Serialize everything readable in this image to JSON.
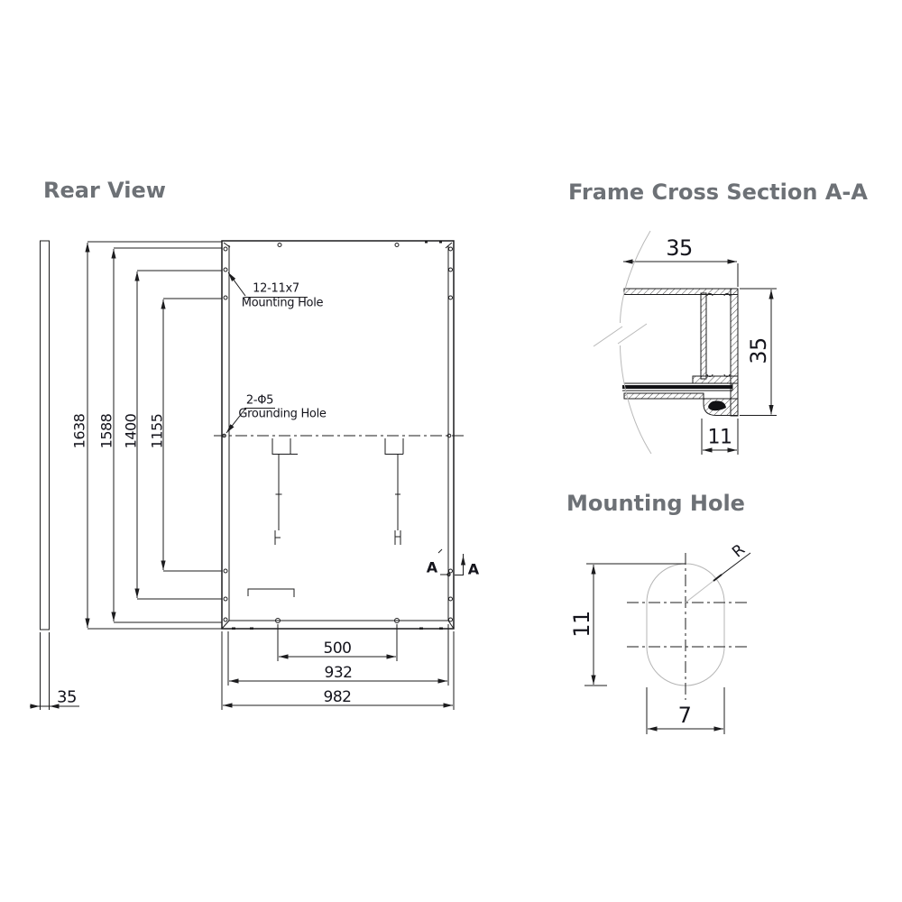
{
  "titles": {
    "rear_view": "Rear View",
    "cross_section": "Frame Cross Section A-A",
    "mounting_hole": "Mounting Hole"
  },
  "rear": {
    "dims_vertical": [
      "1638",
      "1588",
      "1400",
      "1155"
    ],
    "dims_bottom": [
      "500",
      "932",
      "982"
    ],
    "frame_thickness": "35",
    "callout_mounting": {
      "line1": "12-11x7",
      "line2": "Mounting Hole"
    },
    "callout_grounding": {
      "line1": "2-Φ5",
      "line2": "Grounding Hole"
    },
    "section_label_left": "A",
    "section_label_right": "A"
  },
  "cross": {
    "dim_width": "35",
    "dim_height": "35",
    "dim_foot": "11"
  },
  "mount": {
    "dim_height": "11",
    "dim_width": "7",
    "radius_label": "R"
  },
  "colors": {
    "line": "#1c1c1e",
    "light_line": "#b9b9b9",
    "title_gray": "#6d7176",
    "dim_text": "#14141c"
  }
}
